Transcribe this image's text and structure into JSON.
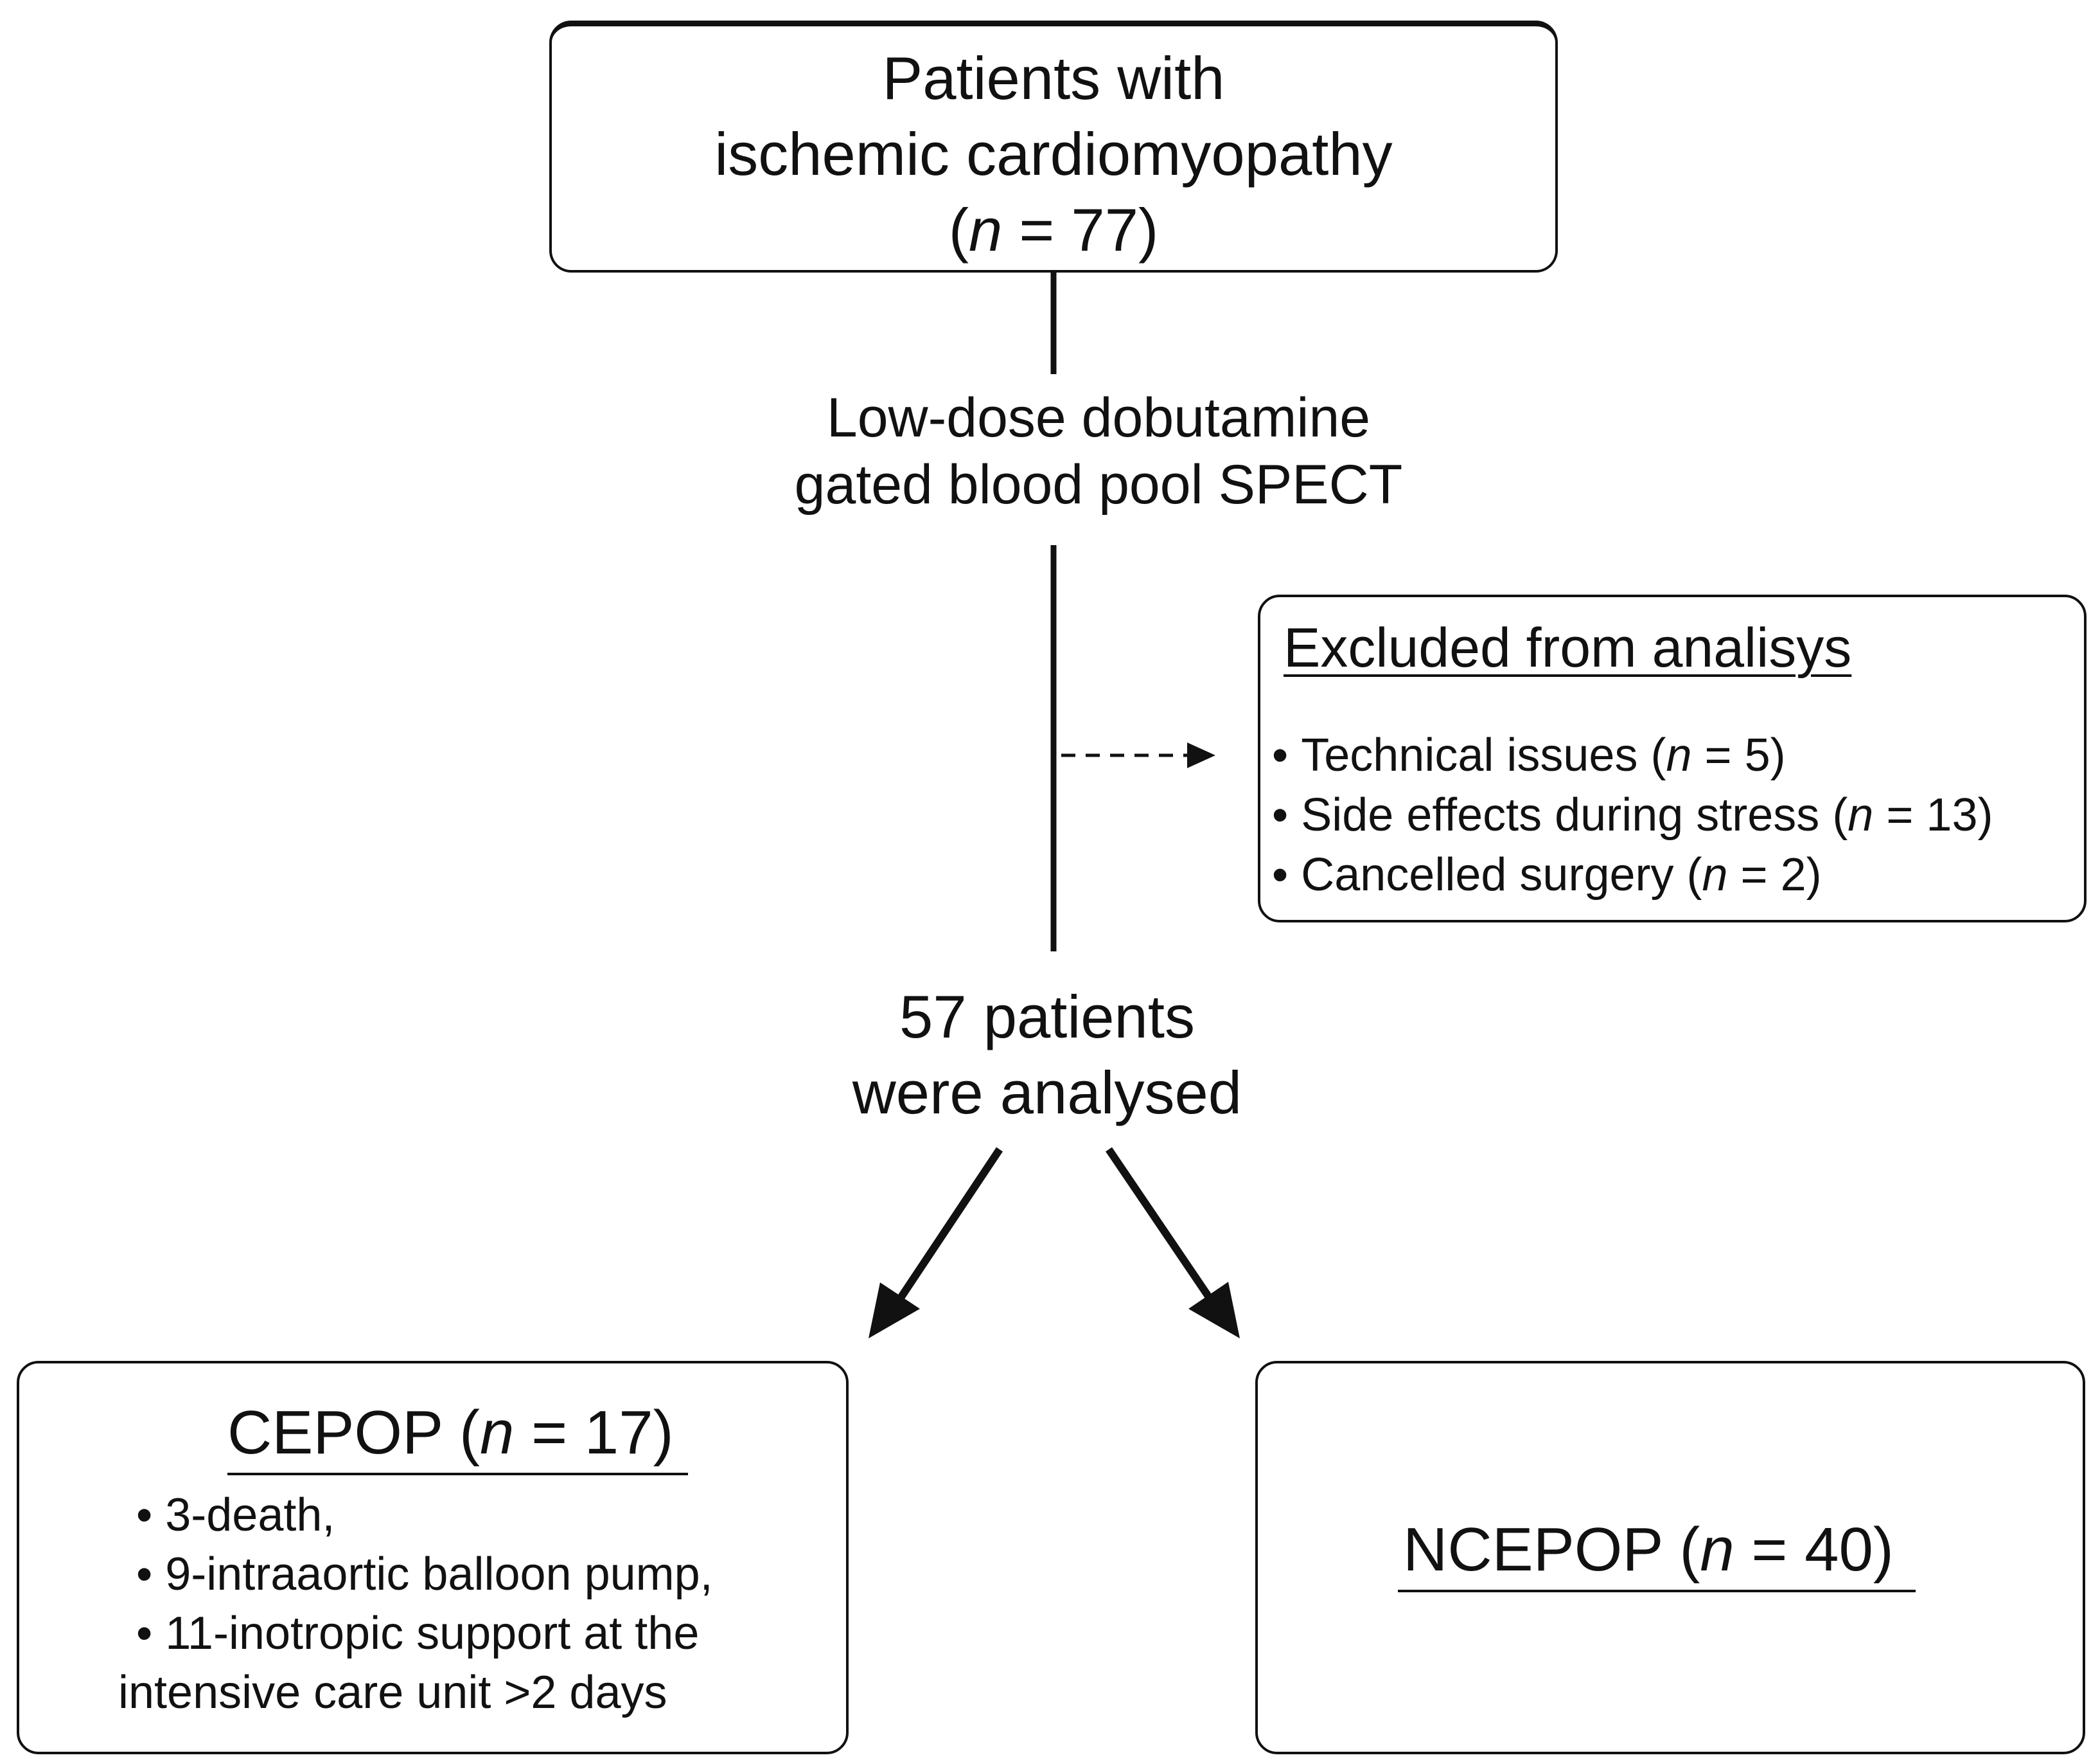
{
  "top_box": {
    "line1": "Patients with",
    "line2": "ischemic cardiomyopathy",
    "n_open": "(",
    "n_var": "n",
    "n_rest": " = 77)"
  },
  "procedure": {
    "line1": "Low-dose dobutamine",
    "line2": "gated blood pool SPECT"
  },
  "excluded": {
    "heading": "Excluded from analisys",
    "items": [
      {
        "label": "Technical issues ",
        "open": "(",
        "var": "n",
        "rest": " = 5)"
      },
      {
        "label": "Side effects during stress ",
        "open": "(",
        "var": "n",
        "rest": " = 13)"
      },
      {
        "label": "Cancelled surgery ",
        "open": "(",
        "var": "n",
        "rest": " = 2)"
      }
    ]
  },
  "analysed": {
    "line1": "57 patients",
    "line2": "were analysed"
  },
  "cepop": {
    "heading_pre": "CEPOP (",
    "heading_var": "n",
    "heading_post": " = 17)",
    "items": [
      "3-death,",
      "9-intraaortic balloon pump,",
      "11-inotropic support at the",
      "intensive care unit >2 days"
    ]
  },
  "ncepop": {
    "heading_pre": "NCEPOP (",
    "heading_var": "n",
    "heading_post": " = 40)"
  }
}
